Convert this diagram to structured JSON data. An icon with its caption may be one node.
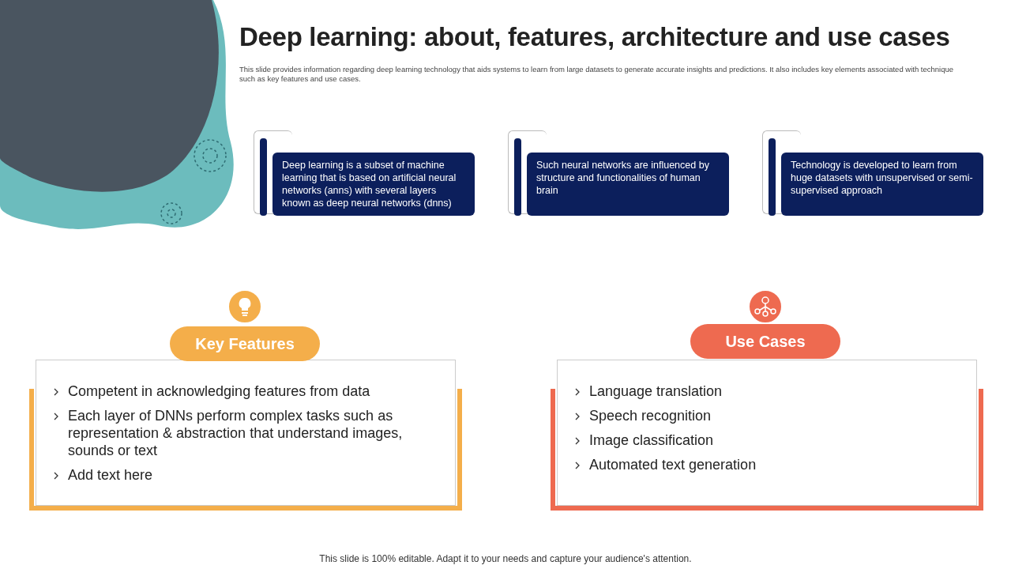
{
  "diagram": {
    "title": "Deep learning: about, features, architecture and use cases",
    "caption": "This slide is 100% editable. Adapt it to your needs and capture your audience's attention.",
    "labels": [
      "This slide provides information regarding deep learning technology that aids systems to learn from large datasets to generate accurate insights and predictions. It also includes key elements associated with technique such as key features and use cases."
    ],
    "nodes": [
      {
        "text": [
          "Deep learning is a subset of machine learning that is based on artificial neural networks (anns) with several layers known as deep neural networks (dnns)"
        ]
      },
      {
        "text": [
          "Such neural networks are influenced by structure and functionalities of human brain"
        ]
      },
      {
        "text": [
          "Technology is developed  to learn from huge datasets with unsupervised  or semi-supervised  approach"
        ]
      },
      {
        "text": [
          "Key Features",
          "Competent in acknowledging features from data",
          "Each layer of DNNs perform complex tasks such as representation & abstraction that understand images, sounds or text",
          "Add text here"
        ]
      },
      {
        "text": [
          "Use Cases",
          "Language translation",
          "Speech recognition",
          "Image classification",
          "Automated text generation"
        ]
      }
    ],
    "edges": []
  }
}
